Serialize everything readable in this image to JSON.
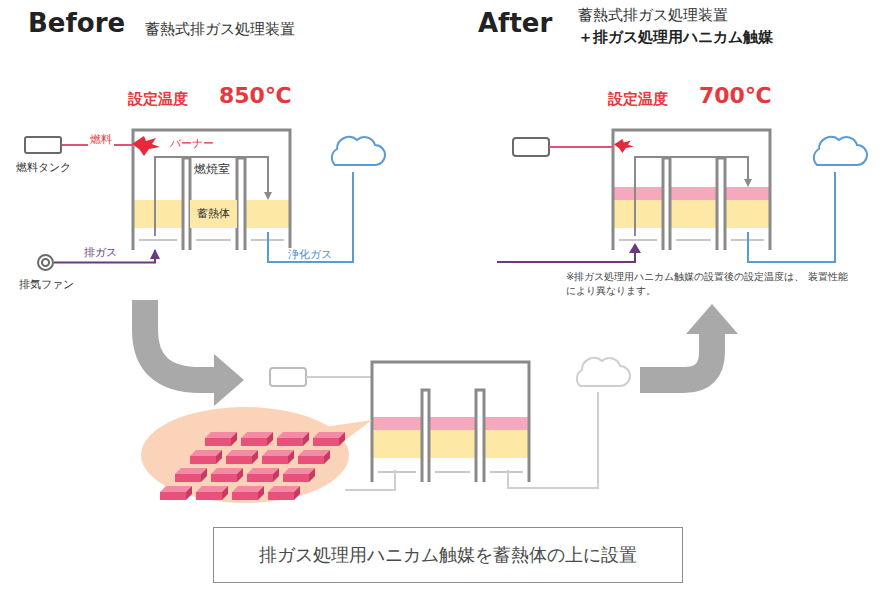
{
  "diagram": {
    "nodes": [
      {
        "text": [
          "燃料タンク"
        ]
      },
      {
        "text": [
          "燃焼室"
        ]
      },
      {
        "text": [
          "蓄熱体"
        ],
        "in": 1
      },
      {
        "text": [
          "排気ファン"
        ]
      },
      {
        "text": [
          "排ガス処理用ハニカム触媒を蓄熱体の上に設置"
        ]
      }
    ],
    "edges": [
      {
        "from": 0,
        "to": 1,
        "label": "燃料",
        "arrow": "none"
      },
      {
        "from": 3,
        "to": 1,
        "label": "排ガス",
        "arrow": "to"
      }
    ],
    "labels": [
      "Before",
      "蓄熱式排ガス処理装置",
      "After",
      "蓄熱式排ガス処理装置",
      "＋排ガス処理用ハニカム触媒",
      "設定温度",
      "850℃",
      "設定温度",
      "700℃",
      "バーナー",
      "浄化ガス",
      "※排ガス処理用ハニカム触媒の設置後の設定温度は、 装置性能により異なります。"
    ]
  }
}
